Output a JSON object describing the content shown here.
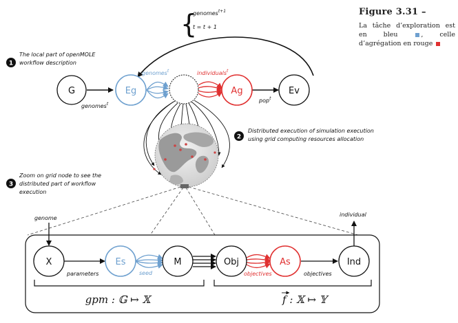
{
  "caption": {
    "figure": "Figure 3.31 –",
    "text_before_blue": "La tâche d’exploration est en bleu",
    "text_between": ", celle d’agrégation en rouge",
    "blue_color": "#6ea0cf",
    "red_color": "#e03030"
  },
  "update_rule": {
    "line1": "genomes",
    "line1_sup": "t+1",
    "line2": "t = t + 1"
  },
  "steps": [
    {
      "num": "1",
      "line1": "The local part of openMOLE",
      "line2": "workflow description"
    },
    {
      "num": "2",
      "line1": "Distributed execution of simulation execution",
      "line2": "using grid computing resources allocation"
    },
    {
      "num": "3",
      "line1": "Zoom on grid node to see the",
      "line2": "distributed part of workflow",
      "line3": "execution"
    }
  ],
  "top_nodes": {
    "g": "G",
    "eg": "Eg",
    "ag": "Ag",
    "ev": "Ev"
  },
  "top_edges": {
    "genomes_t": "genomes",
    "genomes_t_sup": "t",
    "genomes_t_blue": "genomes",
    "genomes_t_blue_sup": "t",
    "individuals_t": "individuals",
    "individuals_t_sup": "t",
    "pop_t": "pop",
    "pop_t_sup": "t"
  },
  "bottom_nodes": {
    "x": "X",
    "es": "Es",
    "m": "M",
    "obj": "Obj",
    "as": "As",
    "ind": "Ind"
  },
  "bottom_edges": {
    "genome": "genome",
    "individual": "individual",
    "parameters": "parameters",
    "seed": "seed",
    "objectives_red": "objectives",
    "objectives": "objectives"
  },
  "formulas": {
    "gpm": "gpm : 𝔾 ↦ 𝕏",
    "f": "f : 𝕏 ↦ 𝕐"
  }
}
